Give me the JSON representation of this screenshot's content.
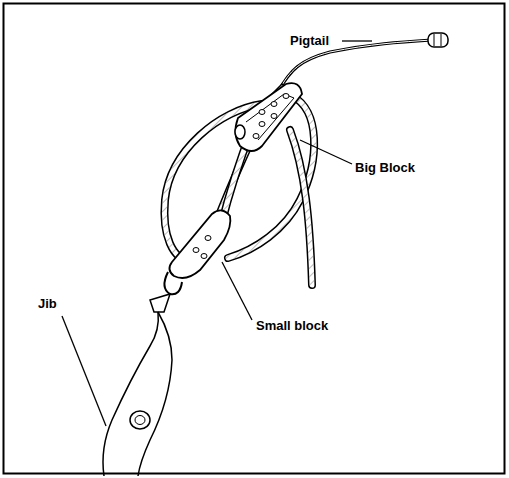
{
  "diagram": {
    "labels": [
      "Pigtail",
      "Big Block",
      "Small block",
      "Jib"
    ]
  }
}
